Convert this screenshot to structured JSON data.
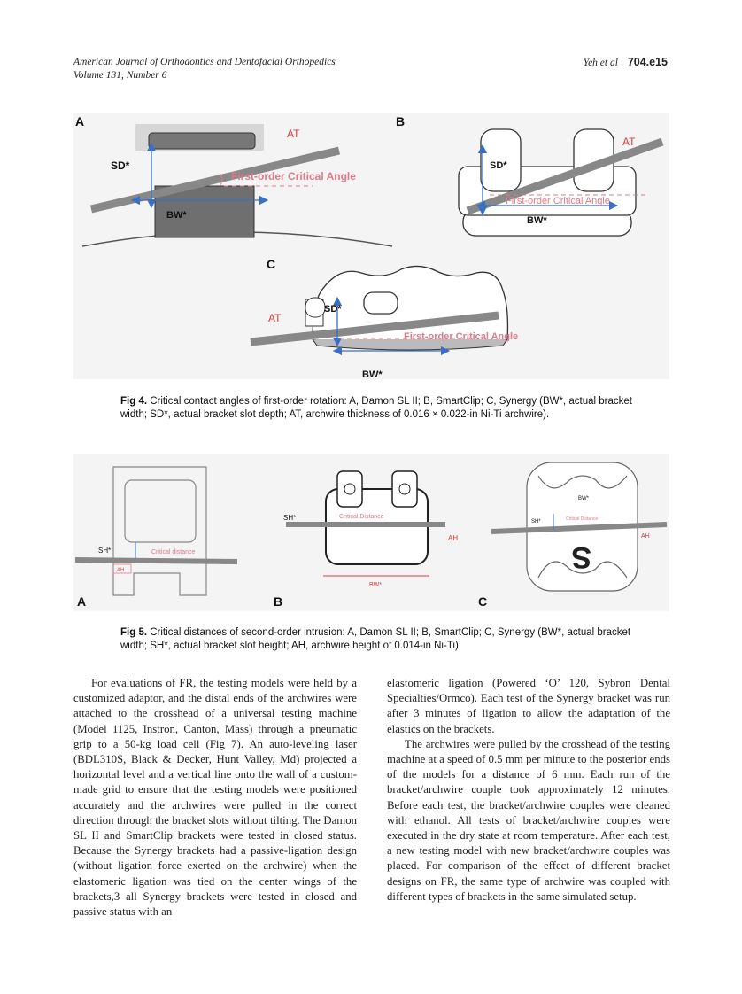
{
  "header": {
    "journal": "American Journal of Orthodontics and Dentofacial Orthopedics",
    "volume": "Volume 131, Number 6",
    "authors": "Yeh et al",
    "page": "704.e15"
  },
  "fig4": {
    "panels": [
      "A",
      "B",
      "C"
    ],
    "labels": {
      "at": "AT",
      "sd": "SD*",
      "bw": "BW*",
      "angle": "First-order Critical Angle"
    },
    "caption": {
      "prefix": "Fig 4.",
      "text": "Critical contact angles of first-order rotation: A, Damon SL II; B, SmartClip; C, Synergy (BW*, actual bracket width; SD*, actual bracket slot depth; AT, archwire thickness of 0.016 × 0.022-in Ni-Ti archwire)."
    }
  },
  "fig5": {
    "panels": [
      "A",
      "B",
      "C"
    ],
    "labels": {
      "sh": "SH*",
      "ah": "AH",
      "bw": "BW*",
      "critical_distance_a": "Critical distance",
      "critical_distance_b": "Critical Distance",
      "critical_distance_c": "Critical Distance",
      "glyph": "S"
    },
    "caption": {
      "prefix": "Fig 5.",
      "text": "Critical distances of second-order intrusion: A, Damon SL II; B, SmartClip; C, Synergy (BW*, actual bracket width; SH*, actual bracket slot height; AH, archwire height of 0.014-in Ni-Ti)."
    }
  },
  "body": {
    "col1": "For evaluations of FR, the testing models were held by a customized adaptor, and the distal ends of the archwires were attached to the crosshead of a universal testing machine (Model 1125, Instron, Canton, Mass) through a pneumatic grip to a 50-kg load cell (Fig 7). An auto-leveling laser (BDL310S, Black & Decker, Hunt Valley, Md) projected a horizontal level and a vertical line onto the wall of a custom-made grid to ensure that the testing models were positioned accurately and the archwires were pulled in the correct direction through the bracket slots without tilting. The Damon SL II and SmartClip brackets were tested in closed status. Because the Synergy brackets had a passive-ligation design (without ligation force exerted on the archwire) when the elastomeric ligation was tied on the center wings of the brackets,3 all Synergy brackets were tested in closed and passive status with an",
    "col2_p1": "elastomeric ligation (Powered ‘O’ 120, Sybron Dental Specialties/Ormco). Each test of the Synergy bracket was run after 3 minutes of ligation to allow the adaptation of the elastics on the brackets.",
    "col2_p2": "The archwires were pulled by the crosshead of the testing machine at a speed of 0.5 mm per minute to the posterior ends of the models for a distance of 6 mm. Each run of the bracket/archwire couple took approximately 12 minutes. Before each test, the bracket/archwire couples were cleaned with ethanol. All tests of bracket/archwire couples were executed in the dry state at room temperature. After each test, a new testing model with new bracket/archwire couples was placed. For comparison of the effect of different bracket designs on FR, the same type of archwire was coupled with different types of brackets in the same simulated setup."
  }
}
